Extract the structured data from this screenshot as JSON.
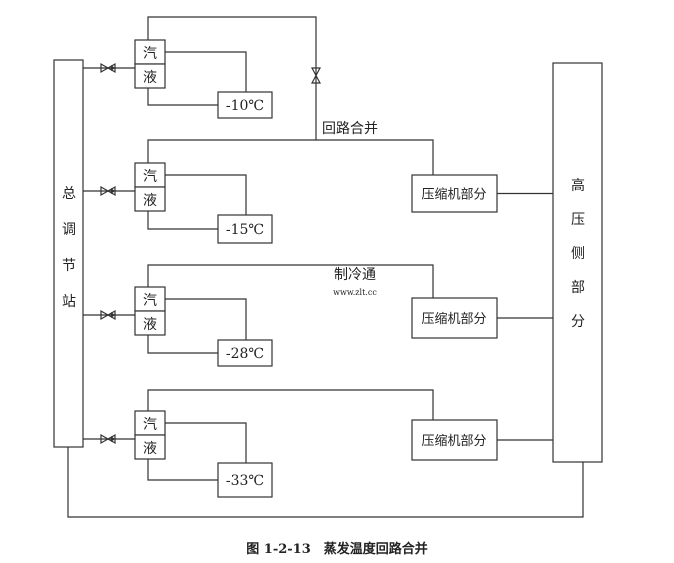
{
  "left_station": {
    "label": [
      "总",
      "调",
      "节",
      "站"
    ]
  },
  "high_side": {
    "label": [
      "高",
      "压",
      "侧",
      "部",
      "分"
    ]
  },
  "merge_label": "回路合并",
  "units": [
    {
      "vapor": "汽",
      "liquid": "液",
      "temp": "-10℃",
      "compressor": null
    },
    {
      "vapor": "汽",
      "liquid": "液",
      "temp": "-15℃",
      "compressor": "压缩机部分"
    },
    {
      "vapor": "汽",
      "liquid": "液",
      "temp": "-28℃",
      "compressor": "压缩机部分"
    },
    {
      "vapor": "汽",
      "liquid": "液",
      "temp": "-33℃",
      "compressor": "压缩机部分"
    }
  ],
  "watermark": {
    "logo": "制冷通",
    "url": "www.zlt.cc"
  },
  "caption": "图 1-2-13　蒸发温度回路合并"
}
